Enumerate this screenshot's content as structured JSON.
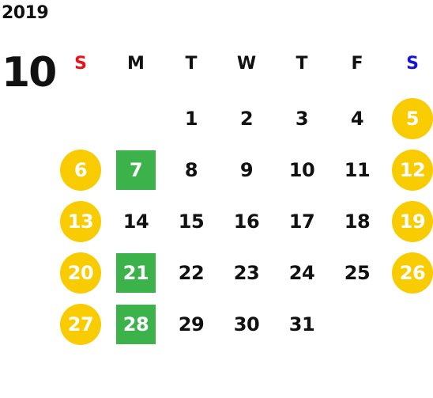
{
  "calendar": {
    "year": "2019",
    "month": "10",
    "weekdays": [
      {
        "label": "S",
        "color": "#e8141b"
      },
      {
        "label": "M",
        "color": "#111111"
      },
      {
        "label": "T",
        "color": "#111111"
      },
      {
        "label": "W",
        "color": "#111111"
      },
      {
        "label": "T",
        "color": "#111111"
      },
      {
        "label": "F",
        "color": "#111111"
      },
      {
        "label": "S",
        "color": "#1515d6"
      }
    ],
    "highlight_colors": {
      "holiday": "#f8cc00",
      "marked": "#3bb24a"
    },
    "weeks": [
      [
        null,
        null,
        {
          "day": "1"
        },
        {
          "day": "2"
        },
        {
          "day": "3"
        },
        {
          "day": "4"
        },
        {
          "day": "5",
          "style": "holiday"
        }
      ],
      [
        {
          "day": "6",
          "style": "holiday"
        },
        {
          "day": "7",
          "style": "marked"
        },
        {
          "day": "8"
        },
        {
          "day": "9"
        },
        {
          "day": "10"
        },
        {
          "day": "11"
        },
        {
          "day": "12",
          "style": "holiday"
        }
      ],
      [
        {
          "day": "13",
          "style": "holiday"
        },
        {
          "day": "14"
        },
        {
          "day": "15"
        },
        {
          "day": "16"
        },
        {
          "day": "17"
        },
        {
          "day": "18"
        },
        {
          "day": "19",
          "style": "holiday"
        }
      ],
      [
        {
          "day": "20",
          "style": "holiday"
        },
        {
          "day": "21",
          "style": "marked"
        },
        {
          "day": "22"
        },
        {
          "day": "23"
        },
        {
          "day": "24"
        },
        {
          "day": "25"
        },
        {
          "day": "26",
          "style": "holiday"
        }
      ],
      [
        {
          "day": "27",
          "style": "holiday"
        },
        {
          "day": "28",
          "style": "marked"
        },
        {
          "day": "29"
        },
        {
          "day": "30"
        },
        {
          "day": "31"
        },
        null,
        null
      ]
    ]
  }
}
